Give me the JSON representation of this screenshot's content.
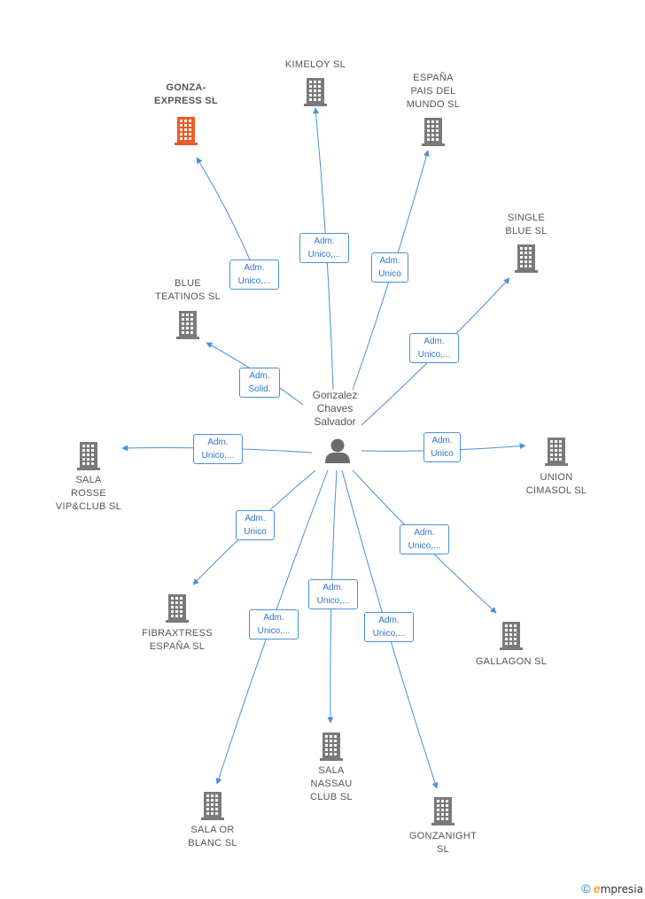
{
  "center": {
    "name": "Gonzalez\nChaves\nSalvador"
  },
  "companies": [
    {
      "id": "gonza-express",
      "label": "GONZA-\nEXPRESS  SL",
      "highlight": true
    },
    {
      "id": "kimeloy",
      "label": "KIMELOY  SL"
    },
    {
      "id": "espana-pais",
      "label": "ESPAÑA\nPAIS DEL\nMUNDO  SL"
    },
    {
      "id": "single-blue",
      "label": "SINGLE\nBLUE  SL"
    },
    {
      "id": "blue-teatinos",
      "label": "BLUE\nTEATINOS  SL"
    },
    {
      "id": "sala-rosse",
      "label": "SALA\nROSSE\nVIP&CLUB  SL"
    },
    {
      "id": "union-cimasol",
      "label": "UNION\nCIMASOL  SL"
    },
    {
      "id": "fibraxtress",
      "label": "FIBRAXTRESS\nESPAÑA  SL"
    },
    {
      "id": "gallagon",
      "label": "GALLAGON  SL"
    },
    {
      "id": "sala-or-blanc",
      "label": "SALA OR\nBLANC  SL"
    },
    {
      "id": "sala-nassau",
      "label": "SALA\nNASSAU\nCLUB  SL"
    },
    {
      "id": "gonzanight",
      "label": "GONZANIGHT\nSL"
    }
  ],
  "edges": [
    {
      "target": "gonza-express",
      "label": "Adm.\nUnico,..."
    },
    {
      "target": "kimeloy",
      "label": "Adm.\nUnico,..."
    },
    {
      "target": "espana-pais",
      "label": "Adm.\nUnico"
    },
    {
      "target": "single-blue",
      "label": "Adm.\nUnico,..."
    },
    {
      "target": "blue-teatinos",
      "label": "Adm.\nSolid."
    },
    {
      "target": "sala-rosse",
      "label": "Adm.\nUnico,..."
    },
    {
      "target": "union-cimasol",
      "label": "Adm.\nUnico"
    },
    {
      "target": "fibraxtress",
      "label": "Adm.\nUnico"
    },
    {
      "target": "gallagon",
      "label": "Adm.\nUnico,..."
    },
    {
      "target": "sala-or-blanc",
      "label": "Adm.\nUnico,..."
    },
    {
      "target": "sala-nassau",
      "label": "Adm.\nUnico,..."
    },
    {
      "target": "gonzanight",
      "label": "Adm.\nUnico,..."
    }
  ],
  "colors": {
    "edge": "#4a90d9",
    "building": "#7a7a7a",
    "highlight": "#f05a28",
    "person": "#6b6b6b"
  },
  "footer": {
    "copyright": "©",
    "brand_initial": "e",
    "brand_rest": "mpresia"
  }
}
